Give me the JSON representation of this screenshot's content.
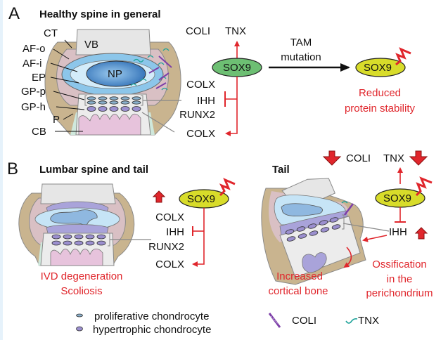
{
  "panel_a": {
    "letter": "A",
    "title": "Healthy spine in general",
    "anatomy_labels": [
      "CT",
      "AF-o",
      "AF-i",
      "EP",
      "GP-p",
      "GP-h",
      "P",
      "CB"
    ],
    "vb_label": "VB",
    "np_label": "NP",
    "targets_up": {
      "coli": "COLI",
      "tnx": "TNX"
    },
    "sox9_label": "SOX9",
    "inhibited": [
      "COLX",
      "IHH",
      "RUNX2"
    ],
    "activated_bottom": "COLX",
    "arrow_label_line1": "TAM",
    "arrow_label_line2": "mutation",
    "mutant_sox9_label": "SOX9",
    "mutant_effect_line1": "Reduced",
    "mutant_effect_line2": "protein stability"
  },
  "panel_b": {
    "letter": "B",
    "title": "Lumbar spine and tail",
    "sox9_label": "SOX9",
    "inhibited": [
      "COLX",
      "IHH",
      "RUNX2"
    ],
    "activated_bottom": "COLX",
    "phenotype_line1": "IVD degeneration",
    "phenotype_line2": "Scoliosis",
    "tail": {
      "title": "Tail",
      "targets_down": {
        "coli": "COLI",
        "tnx": "TNX"
      },
      "sox9_label": "SOX9",
      "ihh_label": "IHH",
      "effect1_line1": "Increased",
      "effect1_line2": "cortical bone",
      "effect2_line1": "Ossification",
      "effect2_line2": "in the",
      "effect2_line3": "perichondrium"
    }
  },
  "legend": {
    "proliferative": "proliferative chondrocyte",
    "hypertrophic": "hypertrophic chondrocyte",
    "coli": "COLI",
    "tnx": "TNX"
  },
  "colors": {
    "red": "#e0262c",
    "sox9_normal": "#6dbf73",
    "sox9_mutant": "#d8dc2a",
    "tnx": "#1fa39a",
    "coli": "#7d3fa8",
    "np_blue": "#3a7fc4",
    "ct_tan": "#c9b48f",
    "af_pink": "#d9c0c4",
    "ep_blue": "#8cc6ea",
    "cb_pink": "#e7c3dc",
    "hypertrophic_purple": "#9b8fcf"
  }
}
